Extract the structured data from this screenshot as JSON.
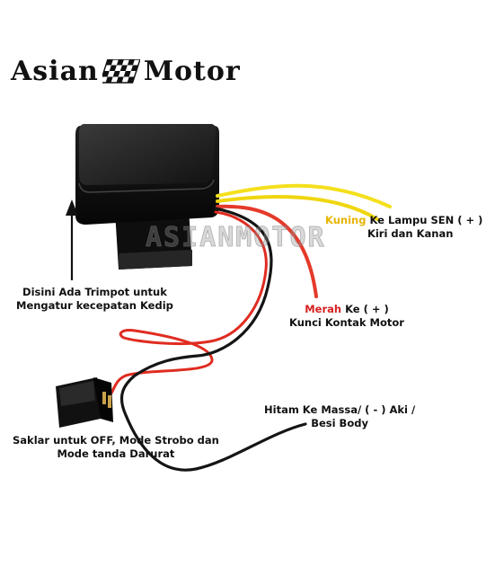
{
  "brand": {
    "word1": "Asian",
    "word2": "Motor",
    "icon": "checkered-flag-icon"
  },
  "watermark": "ASIANMOTOR",
  "colors": {
    "yellow_wire": "#f4e01c",
    "red_wire": "#e53a2a",
    "black_wire": "#151515",
    "kuning_text": "#e8b400",
    "merah_text": "#d42020"
  },
  "labels": {
    "kuning": {
      "color_word": "Kuning",
      "line1_rest": " Ke Lampu SEN ( + )",
      "line2": "Kiri dan Kanan"
    },
    "merah": {
      "color_word": "Merah",
      "line1_rest": " Ke ( + )",
      "line2": "Kunci Kontak Motor"
    },
    "trimpot": {
      "line1": "Disini Ada Trimpot untuk",
      "line2": "Mengatur kecepatan Kedip"
    },
    "hitam": {
      "line1": "Hitam Ke Massa/ ( - ) Aki /",
      "line2": "Besi Body"
    },
    "saklar": {
      "line1": "Saklar untuk OFF,  Mode Strobo dan",
      "line2": "Mode tanda Darurat"
    }
  }
}
